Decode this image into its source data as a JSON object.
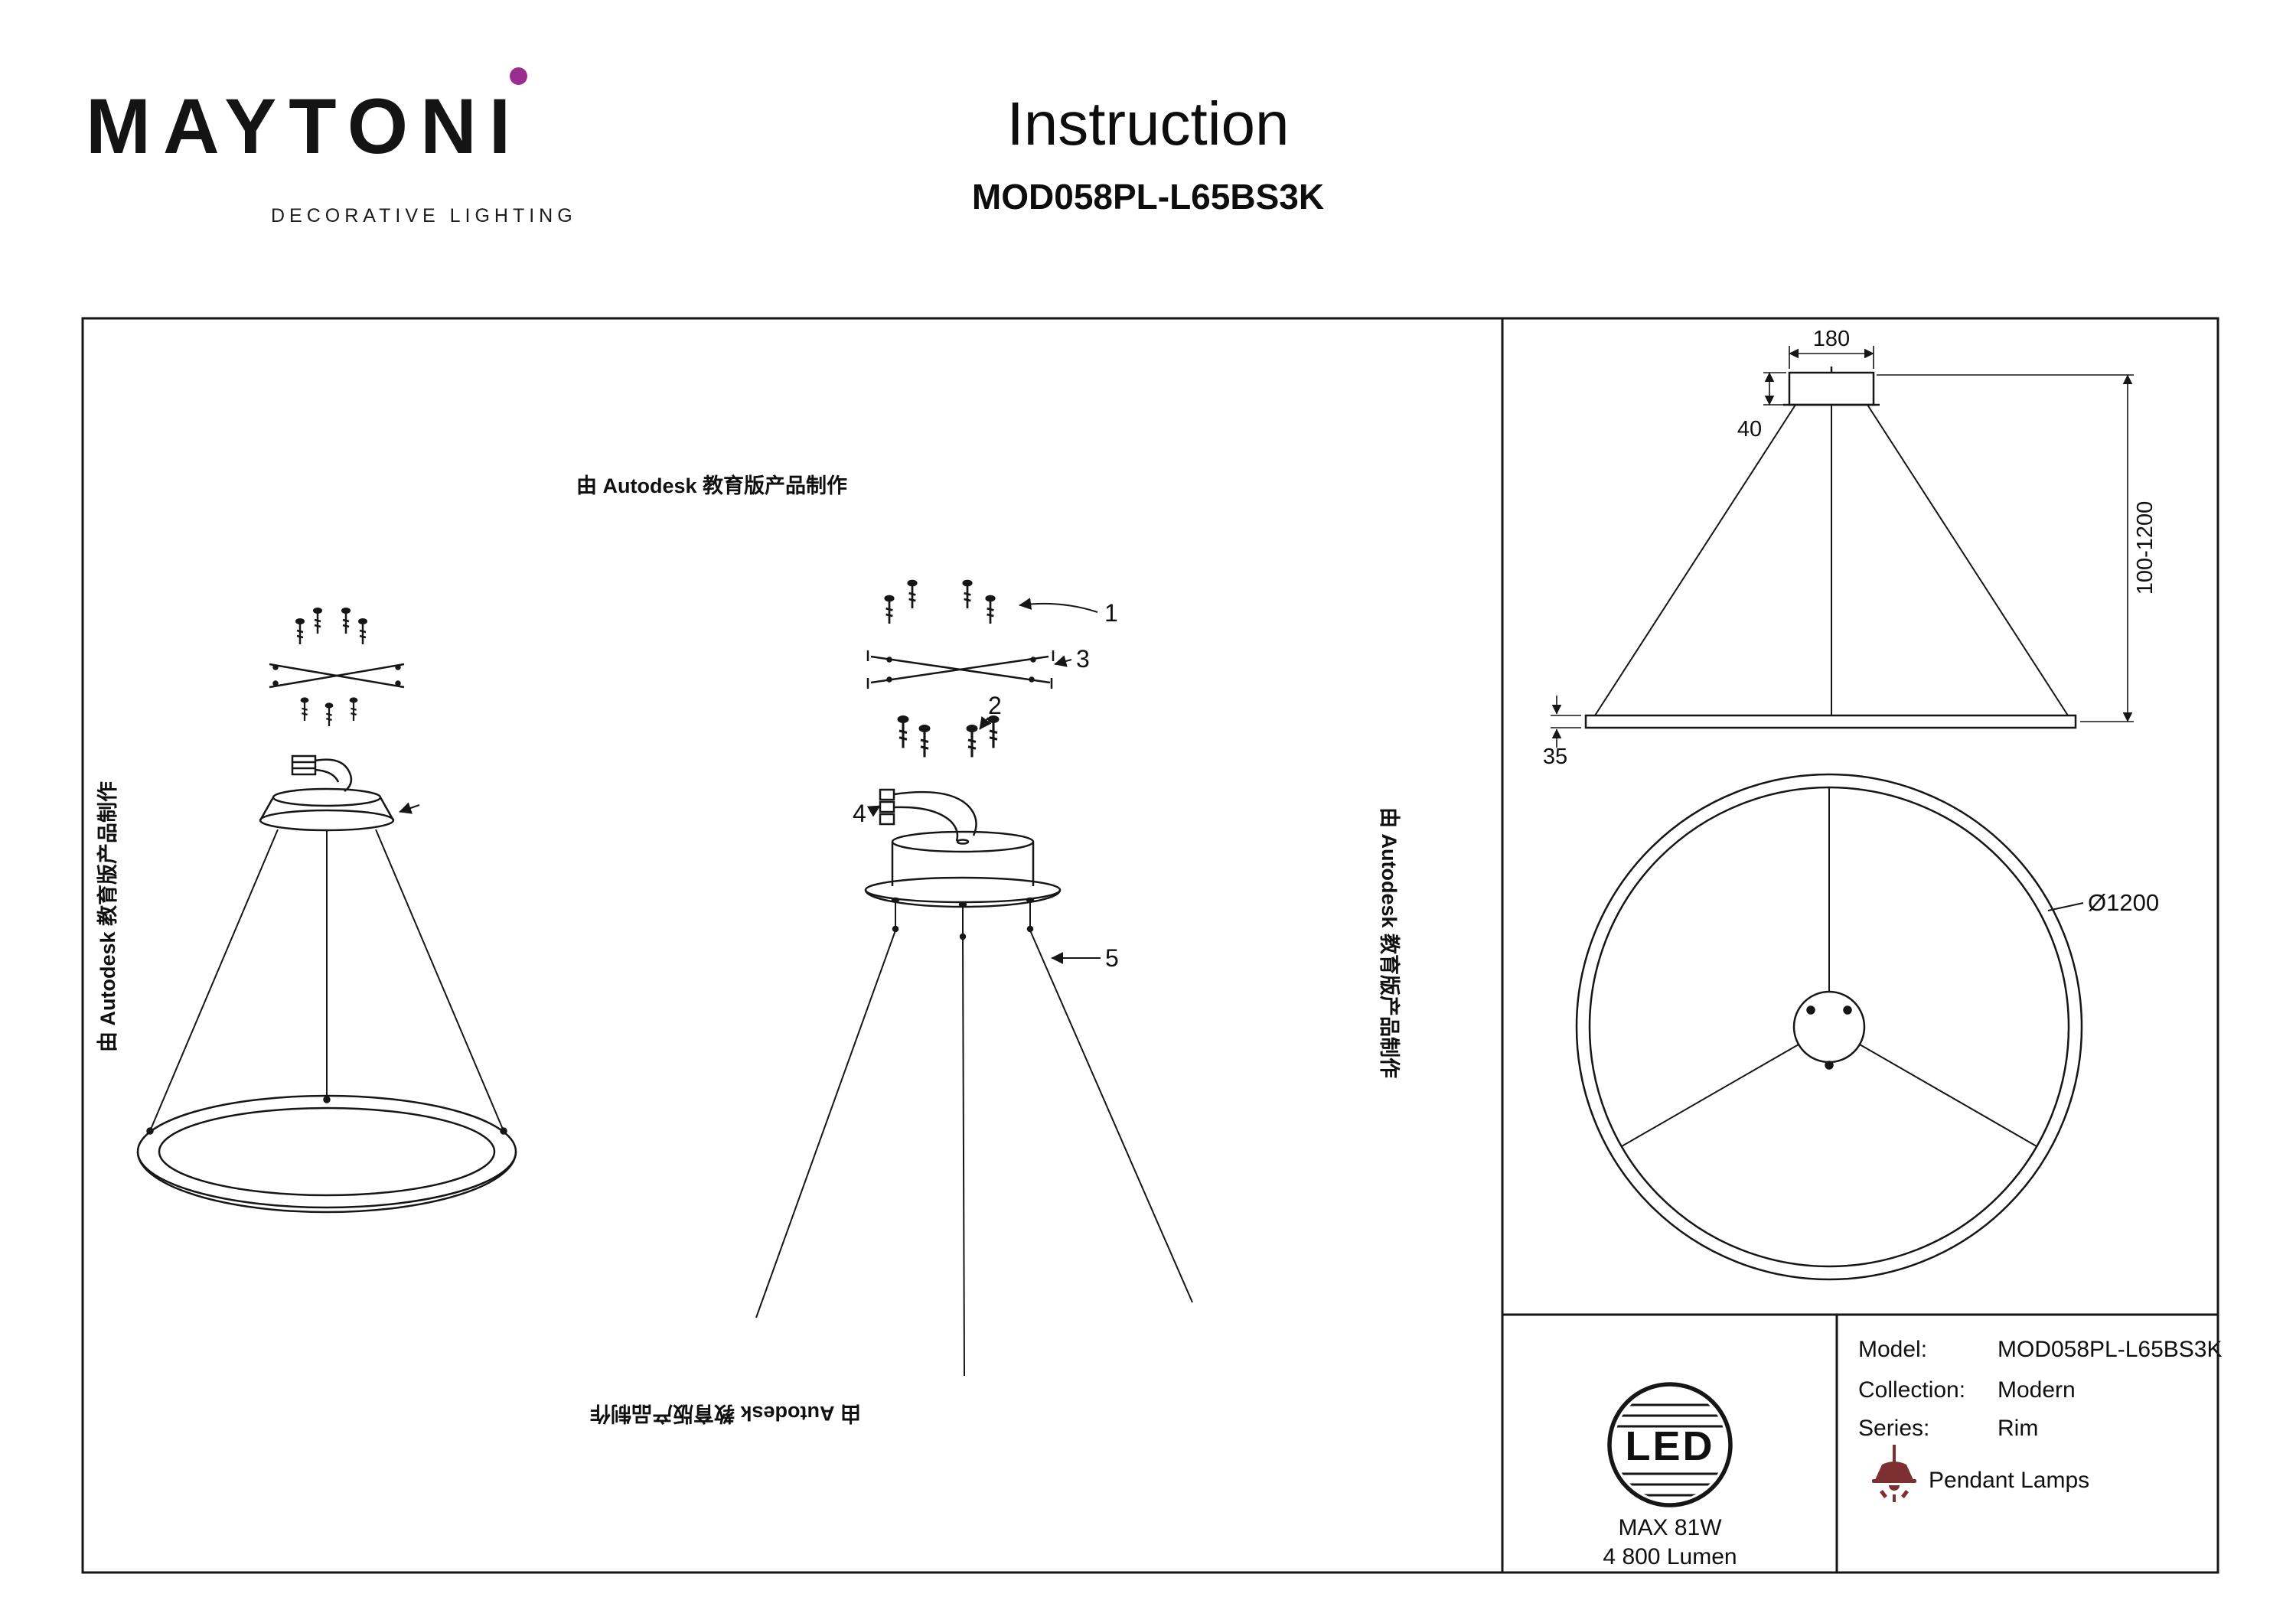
{
  "brand": {
    "name": "MAYTONI",
    "tagline": "DECORATIVE LIGHTING",
    "accent_color": "#9A2D8F"
  },
  "header": {
    "title": "Instruction",
    "model": "MOD058PL-L65BS3K"
  },
  "watermark": {
    "text": "由 Autodesk 教育版产品制作"
  },
  "callouts": [
    "1",
    "2",
    "3",
    "4",
    "5"
  ],
  "dims": {
    "canopy_width": "180",
    "canopy_height": "40",
    "suspension_range": "100-1200",
    "ring_profile_height": "35",
    "ring_diameter": "Ø1200"
  },
  "spec": {
    "led_badge": "LED",
    "max_power": "MAX 81W",
    "luminous_flux": "4 800 Lumen",
    "model_label": "Model:",
    "model_value": "MOD058PL-L65BS3K",
    "collection_label": "Collection:",
    "collection_value": "Modern",
    "series_label": "Series:",
    "series_value": "Rim",
    "category": "Pendant Lamps",
    "category_icon_color": "#7E2F2F"
  }
}
